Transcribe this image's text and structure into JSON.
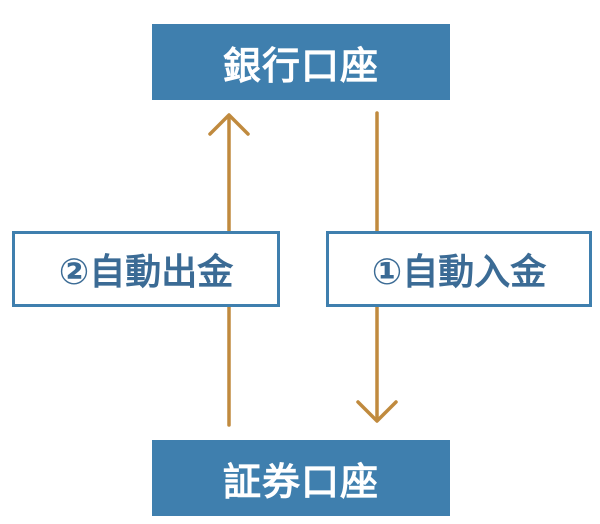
{
  "nodes": {
    "bank_account": "銀行口座",
    "securities_account": "証券口座"
  },
  "flows": {
    "auto_withdrawal": "②自動出金",
    "auto_deposit": "①自動入金"
  },
  "colors": {
    "box_fill": "#3f7fae",
    "box_text": "#ffffff",
    "label_border": "#3f7fae",
    "label_text": "#3b6b95",
    "arrow": "#c08a3e"
  }
}
